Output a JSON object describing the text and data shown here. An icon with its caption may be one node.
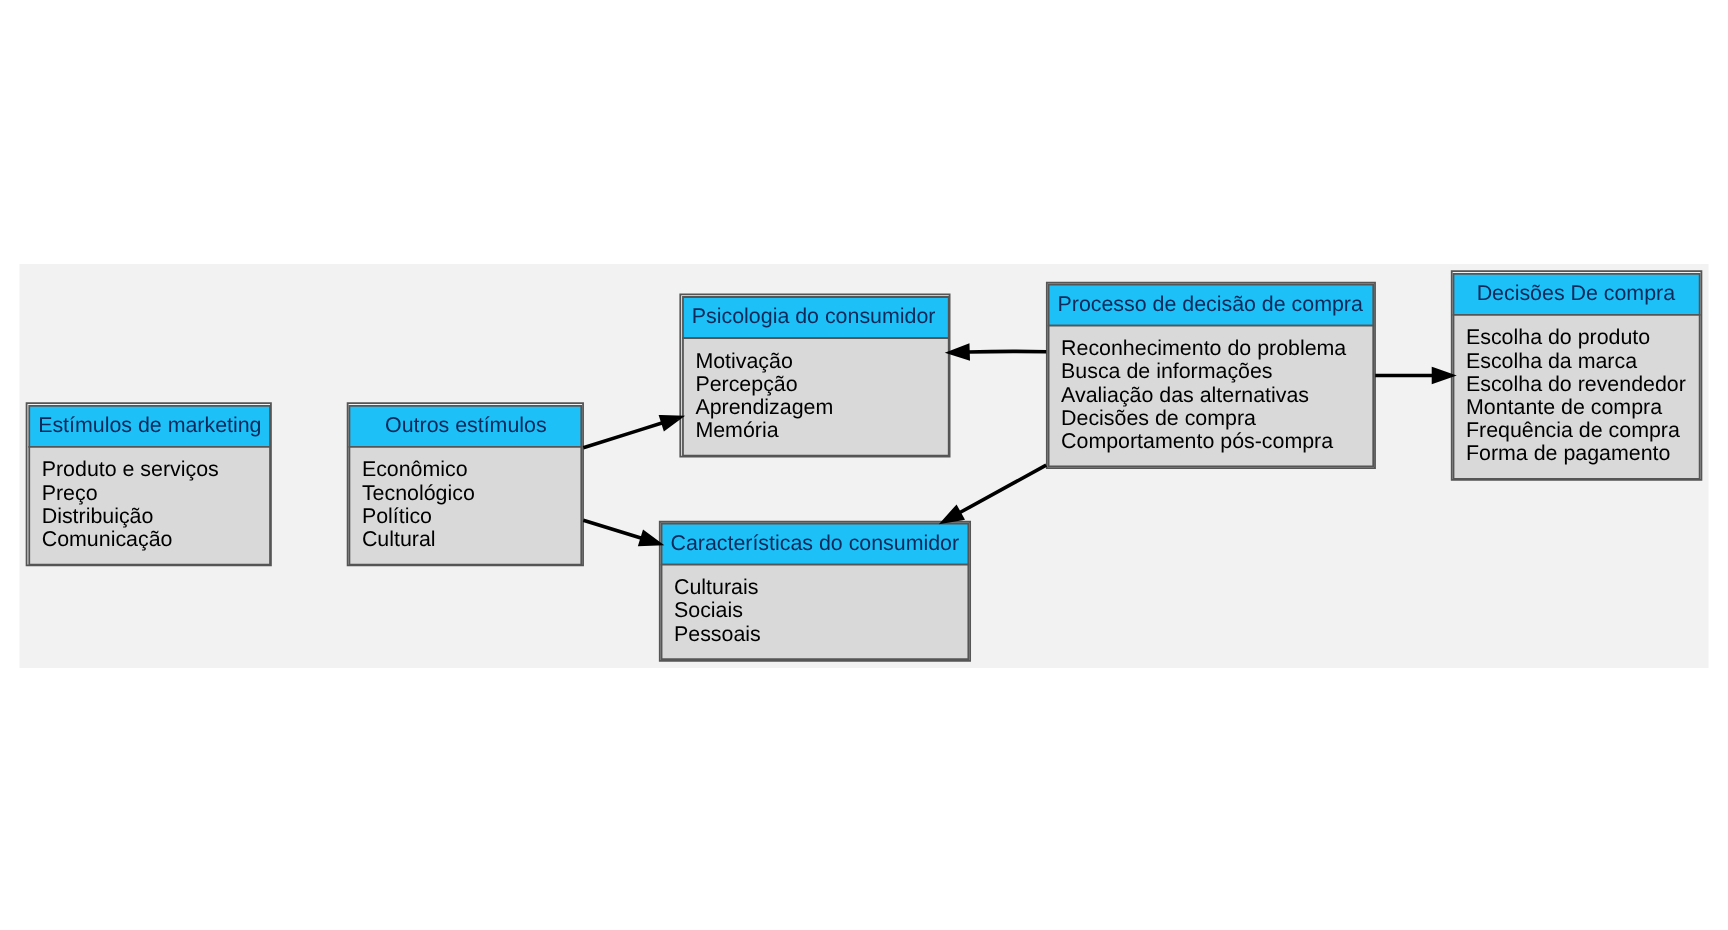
{
  "diagram": {
    "nodes": [
      {
        "text": [
          "Estímulos de marketing",
          "Produto e serviços",
          "Preço",
          "Distribuição",
          "Comunicação"
        ]
      },
      {
        "text": [
          "Outros estímulos",
          "Econômico",
          "Tecnológico",
          "Político",
          "Cultural"
        ]
      },
      {
        "text": [
          "Psicologia do consumidor",
          "Motivação",
          "Percepção",
          "Aprendizagem",
          "Memória"
        ]
      },
      {
        "text": [
          "Processo de decisão de compra",
          "Reconhecimento do problema",
          "Busca de informações",
          "Avaliação das alternativas",
          "Decisões de compra",
          "Comportamento pós-compra"
        ]
      },
      {
        "text": [
          "Decisões De compra",
          "Escolha do produto",
          "Escolha da marca",
          "Escolha do revendedor",
          "Montante de compra",
          "Frequência de compra",
          "Forma de pagamento"
        ]
      },
      {
        "text": [
          "Características do consumidor",
          "Culturais",
          "Sociais",
          "Pessoais"
        ]
      }
    ],
    "edges": [
      {
        "from": 1,
        "to": 2,
        "arrow": "to"
      },
      {
        "from": 1,
        "to": 5,
        "arrow": "to"
      },
      {
        "from": 3,
        "to": 2,
        "arrow": "to"
      },
      {
        "from": 3,
        "to": 5,
        "arrow": "to"
      },
      {
        "from": 3,
        "to": 4,
        "arrow": "to"
      }
    ]
  }
}
